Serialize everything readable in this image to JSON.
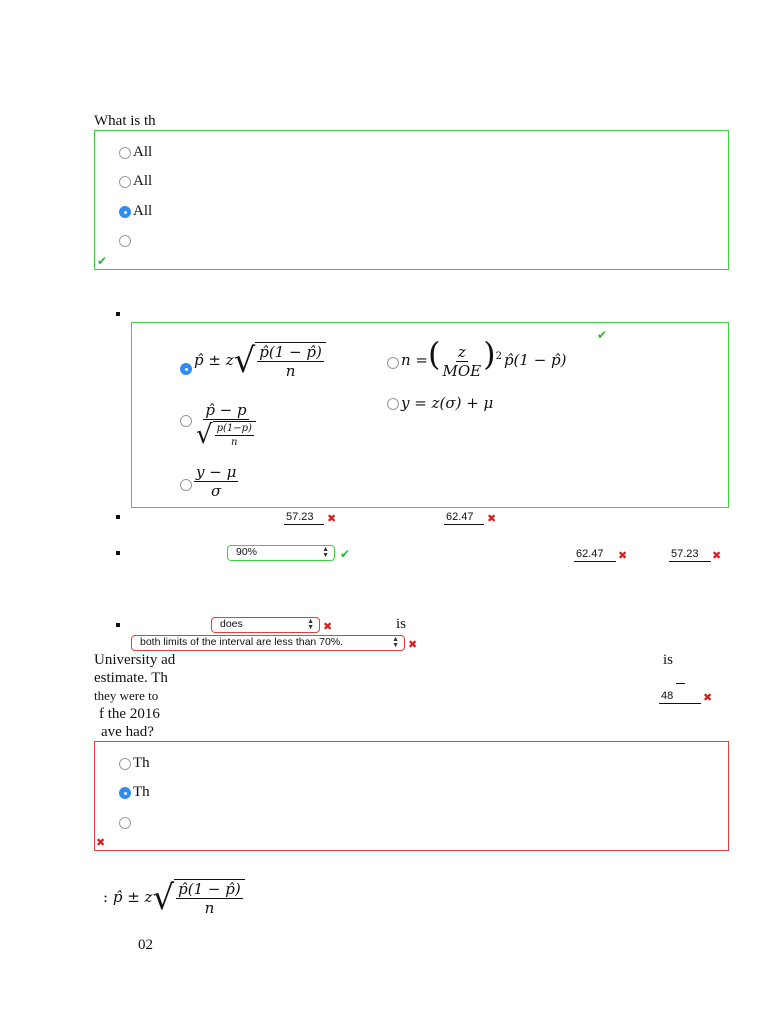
{
  "q1": {
    "prompt": "What is th",
    "options": [
      "All",
      "All",
      "All",
      ""
    ],
    "selected_index": 2,
    "status": "correct"
  },
  "q2": {
    "formulas": {
      "opt_a": {
        "lhs": "p̂ ± z",
        "num": "p̂(1 − p̂)",
        "den": "n"
      },
      "opt_b": {
        "num": "p̂ − p",
        "inner_num": "p(1−p)",
        "inner_den": "n"
      },
      "opt_c": {
        "num": "y − μ",
        "den": "σ"
      },
      "opt_d": {
        "lhs": "n =",
        "num": "z",
        "den": "MOE",
        "exp": "2",
        "rhs": "p̂(1 − p̂)"
      },
      "opt_e": {
        "text": "y = z(σ) + μ"
      }
    },
    "selected": "opt_a",
    "status": "correct"
  },
  "q3": {
    "blank1": "57.23",
    "blank2": "62.47"
  },
  "q4": {
    "select_value": "90%",
    "blank1": "62.47",
    "blank2": "57.23"
  },
  "q5": {
    "select1_value": "does",
    "trailing_text": "is",
    "select2_value": "both limits of the interval are less than 70%."
  },
  "q6": {
    "text_lines": [
      "University ad",
      "estimate. Th",
      "they were to",
      "f the 2016",
      "ave had?"
    ],
    "right_text": "is",
    "blank_value": "48",
    "options": [
      "Th",
      "Th",
      ""
    ],
    "selected_index": 1,
    "status": "incorrect"
  },
  "footer": {
    "prefix": ":",
    "lhs": "p̂ ± z",
    "num": "p̂(1 − p̂)",
    "den": "n",
    "trailing": "02"
  },
  "colors": {
    "correct": "#3ed33e",
    "incorrect": "#e2403f",
    "selected_radio": "#2f8cf0"
  }
}
